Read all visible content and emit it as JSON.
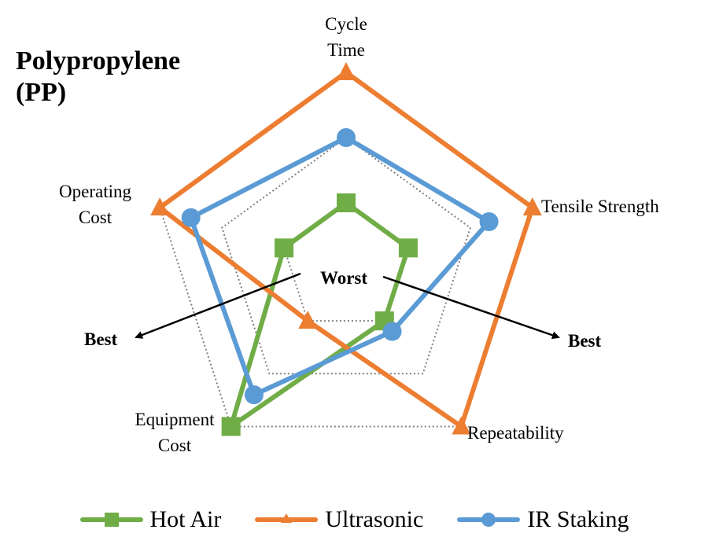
{
  "title_line1": "Polypropylene",
  "title_line2": "(PP)",
  "colors": {
    "hot_air": "#70AD47",
    "ultrasonic": "#ED7D31",
    "ir_staking": "#5B9BD5",
    "grid": "#808080"
  },
  "annotations": {
    "center": "Worst",
    "left": "Best",
    "right": "Best"
  },
  "chart_data": {
    "type": "radar",
    "title": "Polypropylene (PP)",
    "axes": [
      "Cycle Time",
      "Tensile Strength",
      "Repeatability",
      "Equipment Cost",
      "Operating Cost"
    ],
    "axis_label_lines": [
      [
        "Cycle",
        "Time"
      ],
      [
        "Tensile Strength"
      ],
      [
        "Repeatability"
      ],
      [
        "Equipment",
        "Cost"
      ],
      [
        "Operating",
        "Cost"
      ]
    ],
    "range": [
      0,
      3
    ],
    "grid_levels": [
      1,
      2,
      3
    ],
    "grid": true,
    "legend_position": "bottom",
    "series": [
      {
        "name": "Hot Air",
        "marker": "square",
        "values": [
          1,
          1,
          1,
          3,
          1
        ]
      },
      {
        "name": "Ultrasonic",
        "marker": "triangle",
        "values": [
          3,
          3,
          3,
          1,
          3
        ]
      },
      {
        "name": "IR Staking",
        "marker": "circle",
        "values": [
          2,
          2.3,
          1.2,
          2.4,
          2.5
        ]
      }
    ],
    "annotations": [
      "Worst (center)",
      "Best (outward arrows)"
    ]
  },
  "legend": [
    {
      "label": "Hot Air",
      "marker": "square"
    },
    {
      "label": "Ultrasonic",
      "marker": "triangle"
    },
    {
      "label": "IR Staking",
      "marker": "circle"
    }
  ]
}
